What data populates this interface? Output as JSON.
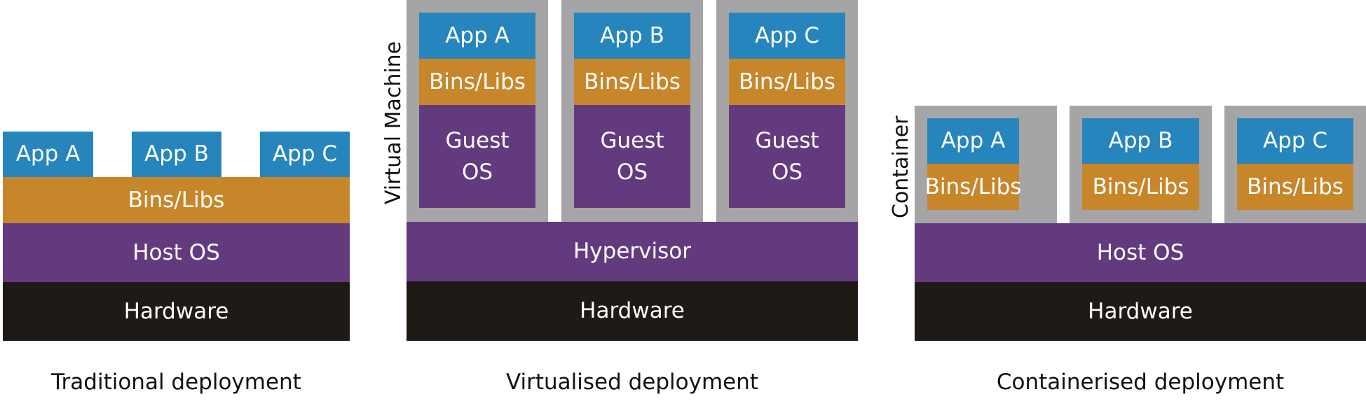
{
  "colors": {
    "app": "#2685bd",
    "bins_libs": "#c8862b",
    "os_layer": "#643a7f",
    "hardware": "#1e1a15",
    "frame": "#a5a5a5"
  },
  "traditional": {
    "apps": [
      "App A",
      "App B",
      "App C"
    ],
    "bins_libs": "Bins/Libs",
    "host_os": "Host OS",
    "hardware": "Hardware",
    "caption": "Traditional deployment"
  },
  "virtualised": {
    "frame_label": "Virtual Machine",
    "vms": [
      {
        "app": "App A",
        "bins_libs": "Bins/Libs",
        "guest_os": "Guest\nOS"
      },
      {
        "app": "App B",
        "bins_libs": "Bins/Libs",
        "guest_os": "Guest\nOS"
      },
      {
        "app": "App C",
        "bins_libs": "Bins/Libs",
        "guest_os": "Guest\nOS"
      }
    ],
    "hypervisor": "Hypervisor",
    "hardware": "Hardware",
    "caption": "Virtualised deployment"
  },
  "containerised": {
    "frame_label": "Container",
    "containers": [
      {
        "app": "App A",
        "bins_libs": "Bins/Libs"
      },
      {
        "app": "App B",
        "bins_libs": "Bins/Libs"
      },
      {
        "app": "App C",
        "bins_libs": "Bins/Libs"
      }
    ],
    "host_os": "Host OS",
    "hardware": "Hardware",
    "caption": "Containerised deployment"
  }
}
